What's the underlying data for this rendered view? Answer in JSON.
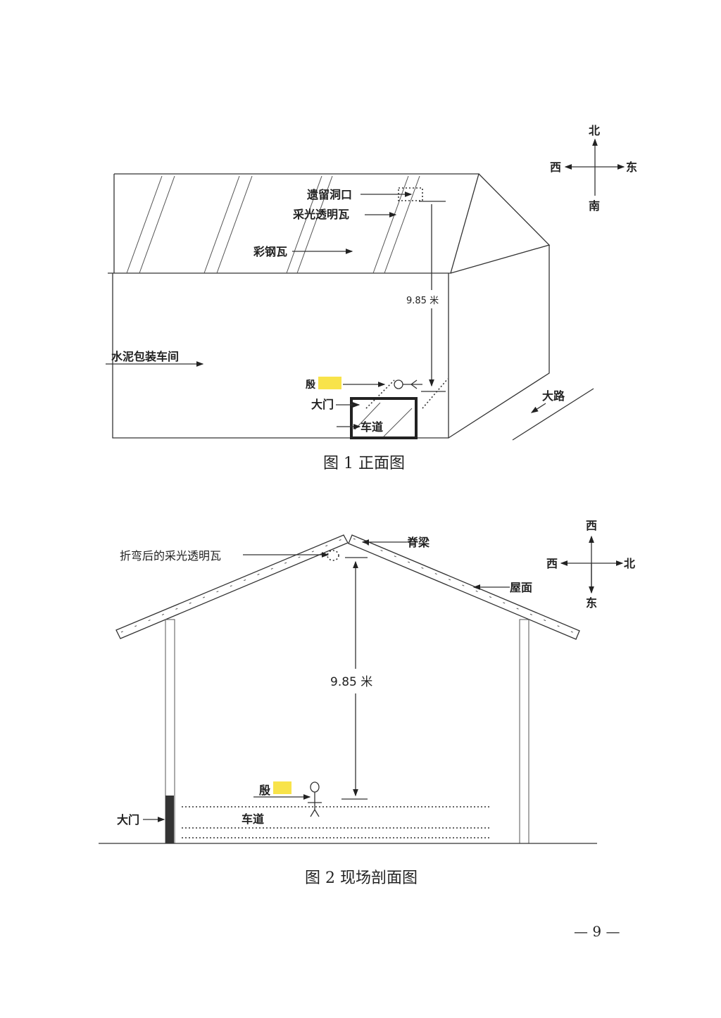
{
  "figure1": {
    "caption": "图 1  正面图",
    "labels": {
      "hole": "遗留洞口",
      "skylight_tile": "采光透明瓦",
      "steel_tile": "彩钢瓦",
      "height": "9.85 米",
      "workshop": "水泥包装车间",
      "person": "殷",
      "gate": "大门",
      "lane": "车道",
      "road": "大路"
    },
    "compass": {
      "north": "北",
      "south": "南",
      "west": "西",
      "east": "东"
    }
  },
  "figure2": {
    "caption": "图 2  现场剖面图",
    "labels": {
      "bent_skylight": "折弯后的采光透明瓦",
      "ridge_beam": "脊梁",
      "roof": "屋面",
      "height": "9.85  米",
      "person": "殷",
      "gate": "大门",
      "lane": "车道"
    },
    "compass": {
      "top": "西",
      "left": "西",
      "right": "北",
      "bottom": "东"
    }
  },
  "page_number": "— 9 —",
  "colors": {
    "redaction": "#f8e34a"
  }
}
